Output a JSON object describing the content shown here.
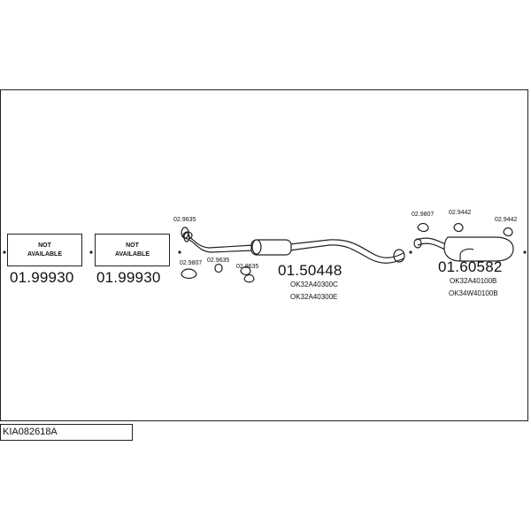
{
  "not_available": {
    "line1": "NOT",
    "line2": "AVAILABLE"
  },
  "big_numbers": [
    "01.99930",
    "01.99930",
    "01.50448",
    "01.60582"
  ],
  "clamps": [
    "02.9635",
    "02.9807",
    "02.9635",
    "02.9635",
    "02.9807",
    "02.9442",
    "02.9442"
  ],
  "middle_refs": [
    "OK32A40300C",
    "OK32A40300E"
  ],
  "rear_refs": [
    "OK32A40100B",
    "OK34W40100B"
  ],
  "vehicle_code": "KIA082618A"
}
